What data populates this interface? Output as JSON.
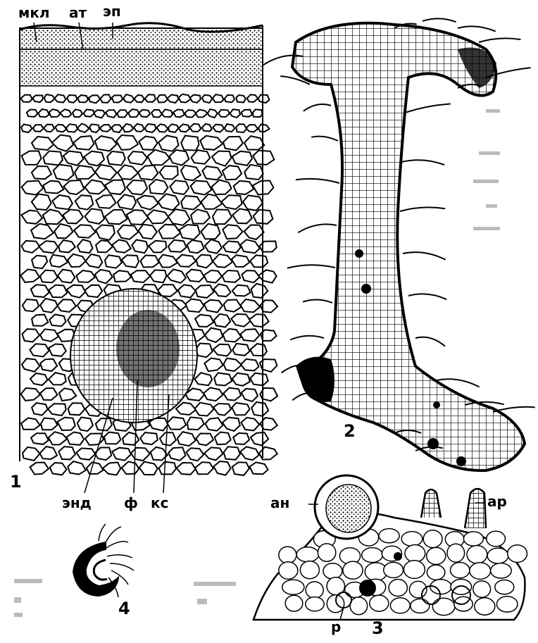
{
  "labels": {
    "mkl": "мкл",
    "at": "ат",
    "ep": "эп",
    "end": "энд",
    "f": "ф",
    "ks": "кс",
    "an": "ан",
    "ar": "ар",
    "r": "р"
  },
  "figure_numbers": {
    "fig1": "1",
    "fig2": "2",
    "fig3": "3",
    "fig4": "4"
  },
  "colors": {
    "ink": "#000000",
    "paper": "#ffffff"
  }
}
